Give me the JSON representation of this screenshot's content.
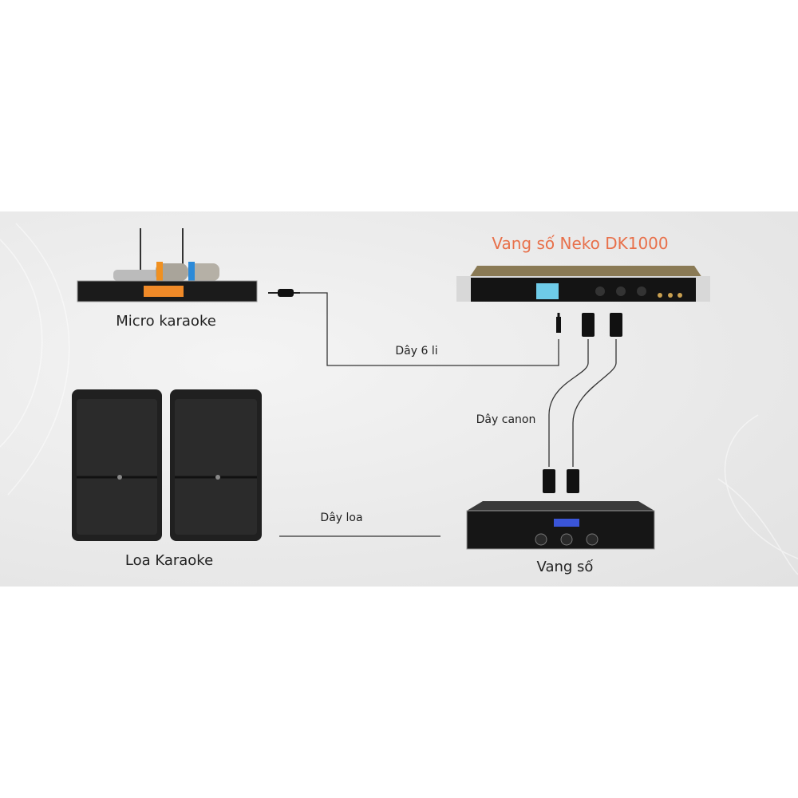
{
  "title": "Vang số Neko DK1000",
  "labels": {
    "micro": "Micro karaoke",
    "speakers": "Loa Karaoke",
    "amp": "Vang số",
    "cable_6li": "Dây 6 li",
    "cable_canon": "Dây canon",
    "cable_speaker": "Dây loa"
  },
  "colors": {
    "title": "#e8704a",
    "background": "#ececec"
  }
}
